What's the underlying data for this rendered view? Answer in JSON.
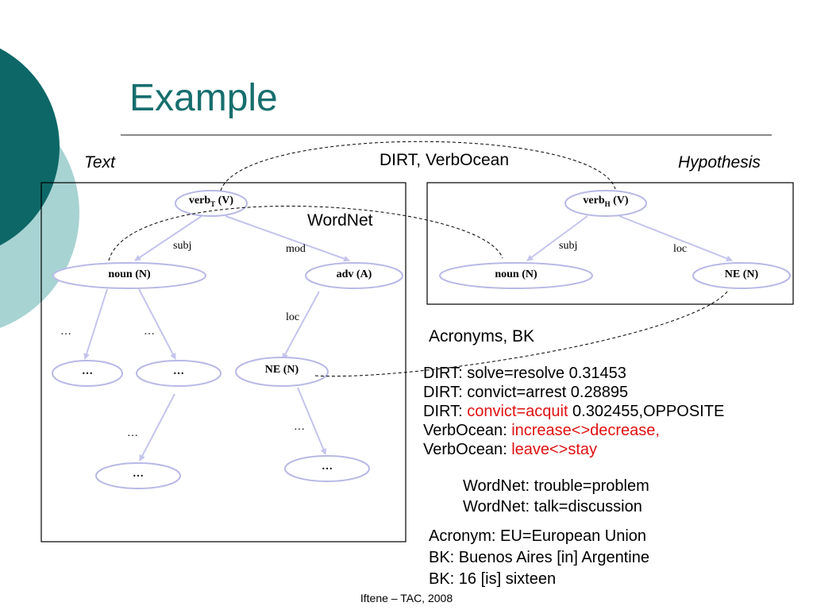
{
  "slide": {
    "title": "Example",
    "footer": "Iftene – TAC, 2008",
    "colors": {
      "title": "#176e6e",
      "accent_dark": "#0e6767",
      "accent_light": "#a8d3d3",
      "node_border": "#b8b8e6",
      "edge": "#c4c4ee",
      "highlight": "#e01010"
    }
  },
  "text_tree": {
    "caption": "Text",
    "nodes": {
      "verb": {
        "main": "verb",
        "sub": "T",
        "tail": " (V)"
      },
      "noun": "noun (N)",
      "adv": "adv (A)",
      "ne": "NE (N)",
      "leaf1": "…",
      "leaf2": "…",
      "leaf3": "…",
      "leaf4": "…"
    },
    "edges": {
      "subj": "subj",
      "mod": "mod",
      "loc": "loc",
      "dots1": "…",
      "dots2": "…",
      "dots3": "…",
      "dots4": "…"
    }
  },
  "hypothesis_tree": {
    "caption": "Hypothesis",
    "nodes": {
      "verb": {
        "main": "verb",
        "sub": "H",
        "tail": " (V)"
      },
      "noun": "noun (N)",
      "ne": "NE (N)"
    },
    "edges": {
      "subj": "subj",
      "loc": "loc"
    }
  },
  "links": {
    "dirt_verbocean": "DIRT, VerbOcean",
    "wordnet": "WordNet",
    "acronyms_bk": "Acronyms, BK"
  },
  "rules": {
    "dirt": [
      {
        "prefix": "DIRT: ",
        "highlight": "",
        "suffix": "solve=resolve 0.31453"
      },
      {
        "prefix": "DIRT: ",
        "highlight": "",
        "suffix": "convict=arrest 0.28895"
      },
      {
        "prefix": "DIRT: ",
        "highlight": "convict=acquit",
        "suffix": " 0.302455,OPPOSITE"
      },
      {
        "prefix": "VerbOcean: ",
        "highlight": "increase<>decrease,",
        "suffix": ""
      },
      {
        "prefix": "VerbOcean: ",
        "highlight": "leave<>stay",
        "suffix": ""
      }
    ],
    "wordnet": [
      "WordNet: trouble=problem",
      "WordNet: talk=discussion"
    ],
    "acronym_bk": [
      "Acronym: EU=European Union",
      "BK: Buenos Aires [in] Argentine",
      "BK: 16 [is] sixteen"
    ]
  }
}
